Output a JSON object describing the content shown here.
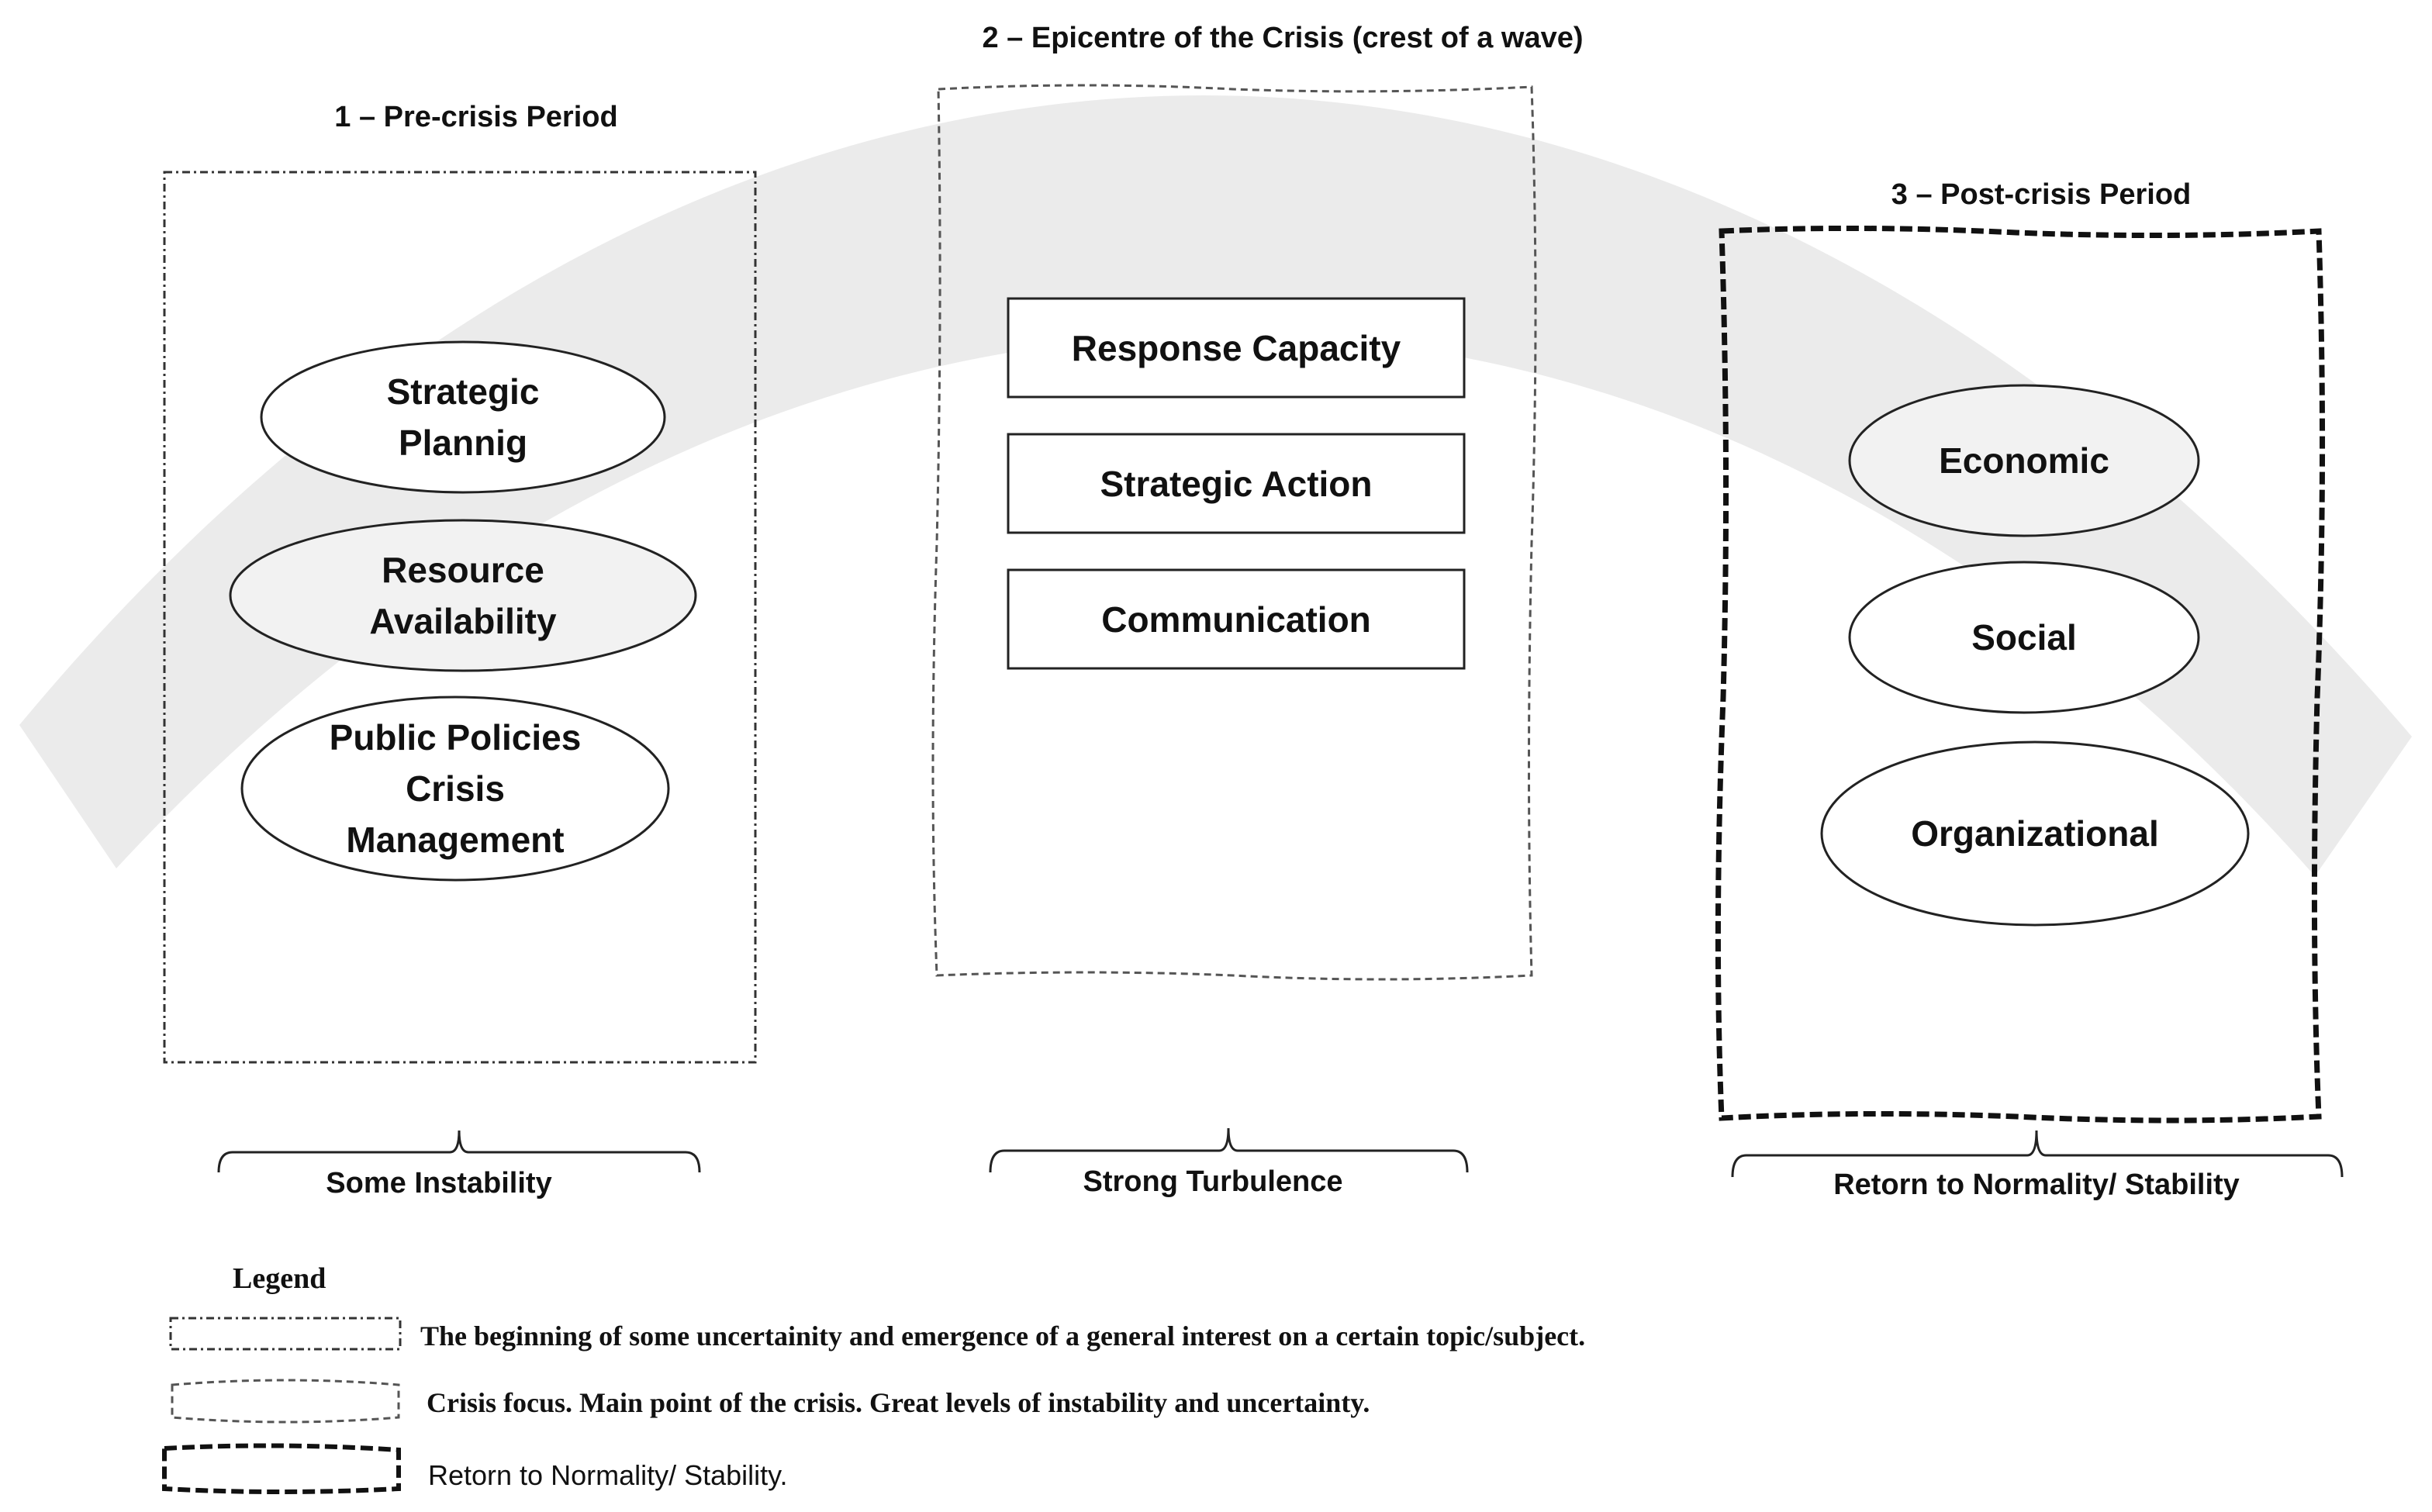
{
  "phases": [
    {
      "title": "1 – Pre-crisis Period",
      "items": [
        {
          "lines": [
            "Strategic",
            "Plannig"
          ]
        },
        {
          "lines": [
            "Resource",
            "Availability"
          ]
        },
        {
          "lines": [
            "Public Policies",
            "Crisis",
            "Management"
          ]
        }
      ],
      "brace_label": "Some Instability"
    },
    {
      "title": "2 – Epicentre of the Crisis (crest of a wave)",
      "items": [
        {
          "lines": [
            "Response Capacity"
          ]
        },
        {
          "lines": [
            "Strategic Action"
          ]
        },
        {
          "lines": [
            "Communication"
          ]
        }
      ],
      "brace_label": "Strong Turbulence"
    },
    {
      "title": "3 – Post-crisis Period",
      "items": [
        {
          "lines": [
            "Economic"
          ]
        },
        {
          "lines": [
            "Social"
          ]
        },
        {
          "lines": [
            "Organizational"
          ]
        }
      ],
      "brace_label": "Retorn to Normality/ Stability"
    }
  ],
  "legend": {
    "title": "Legend",
    "entries": [
      {
        "text": "The beginning of some uncertainity and emergence of a general interest on a certain topic/subject."
      },
      {
        "text": "Crisis focus. Main point of the crisis. Great levels of instability and uncertainty."
      },
      {
        "text": "Retorn to Normality/ Stability."
      }
    ]
  },
  "colors": {
    "wave": "#ebebeb",
    "ellipse_fill_light": "#f2f2f2",
    "stroke": "#222222"
  }
}
